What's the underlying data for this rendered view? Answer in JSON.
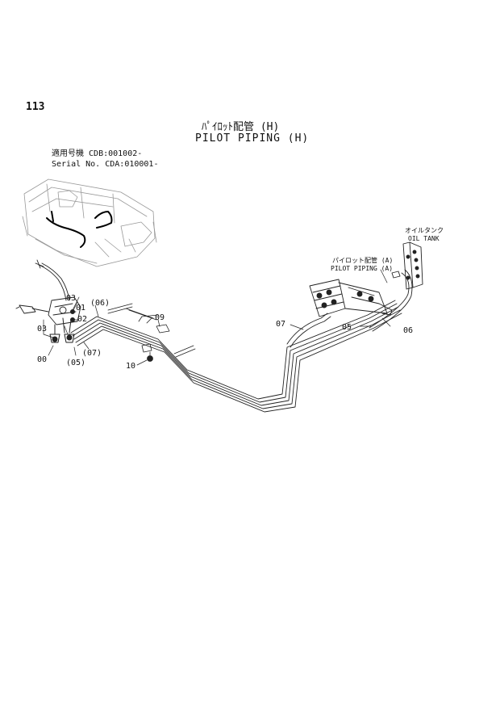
{
  "page": {
    "number": "113"
  },
  "title": {
    "jp": "ﾊﾟｲﾛｯﾄ配管 (H)",
    "en": "PILOT PIPING (H)"
  },
  "applicability": {
    "row1_label": "適用号機",
    "row1_value": "CDB:001002-",
    "row2_label": "Serial No.",
    "row2_value": "CDA:010001-"
  },
  "callouts": {
    "c00": "00",
    "c01": "01",
    "c02": "02",
    "c03a": "03",
    "c03b": "03",
    "c05": "05",
    "c05p": "(05)",
    "c06": "06",
    "c06p": "(06)",
    "c07": "07",
    "c07p": "(07)",
    "c09": "09",
    "c10": "10"
  },
  "labels": {
    "oil_tank_jp": "オイルタンク",
    "oil_tank_en": "OIL TANK",
    "pilot_a_jp": "パイロット配管 (A)",
    "pilot_a_en": "PILOT PIPING (A)"
  }
}
